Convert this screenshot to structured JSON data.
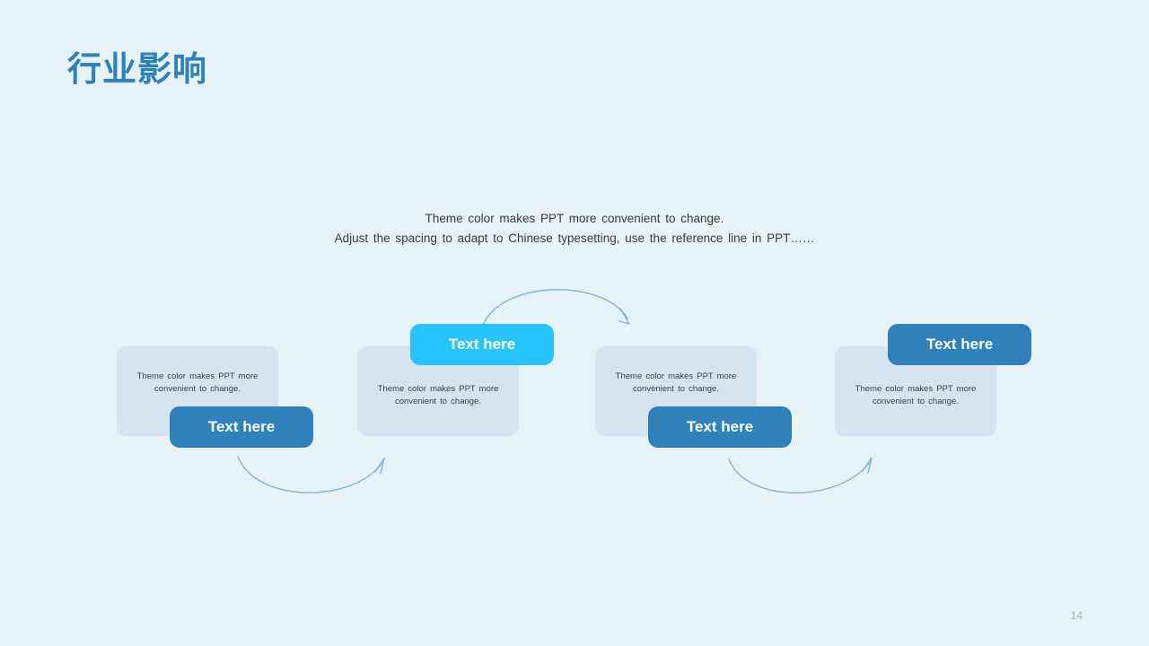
{
  "slide": {
    "title": "行业影响",
    "page_number": "14",
    "background_color": "#e8f2f9",
    "accent_color": "#2e81b9",
    "highlight_color": "#29c5fa",
    "panel_color": "#d3e4f2"
  },
  "subtitle": {
    "line1": "Theme  color makes PPT more convenient  to change.",
    "line2": "Adjust the spacing to adapt to Chinese typesetting, use the reference line in PPT……"
  },
  "cards": [
    {
      "id": "card-1",
      "body": "Theme   color makes PPT more convenient  to change.",
      "button_label": "Text here",
      "button_color": "#2e81b9",
      "button_position": "bottom-right"
    },
    {
      "id": "card-2",
      "body": "Theme   color makes PPT more convenient  to change.",
      "button_label": "Text here",
      "button_color": "#29c5fa",
      "button_position": "top-right"
    },
    {
      "id": "card-3",
      "body": "Theme   color makes PPT more convenient  to change.",
      "button_label": "Text here",
      "button_color": "#2e81b9",
      "button_position": "bottom-right"
    },
    {
      "id": "card-4",
      "body": "Theme   color makes PPT more convenient  to change.",
      "button_label": "Text here",
      "button_color": "#2e81b9",
      "button_position": "top-right"
    }
  ],
  "arrows": [
    {
      "id": "arrow-card1-to-card2",
      "direction": "down-curve-right",
      "color": "#7fb4dc"
    },
    {
      "id": "arrow-card2-to-card3",
      "direction": "up-curve-right",
      "color": "#7fb4dc"
    },
    {
      "id": "arrow-card3-to-card4",
      "direction": "down-curve-right",
      "color": "#7fb4dc"
    }
  ]
}
